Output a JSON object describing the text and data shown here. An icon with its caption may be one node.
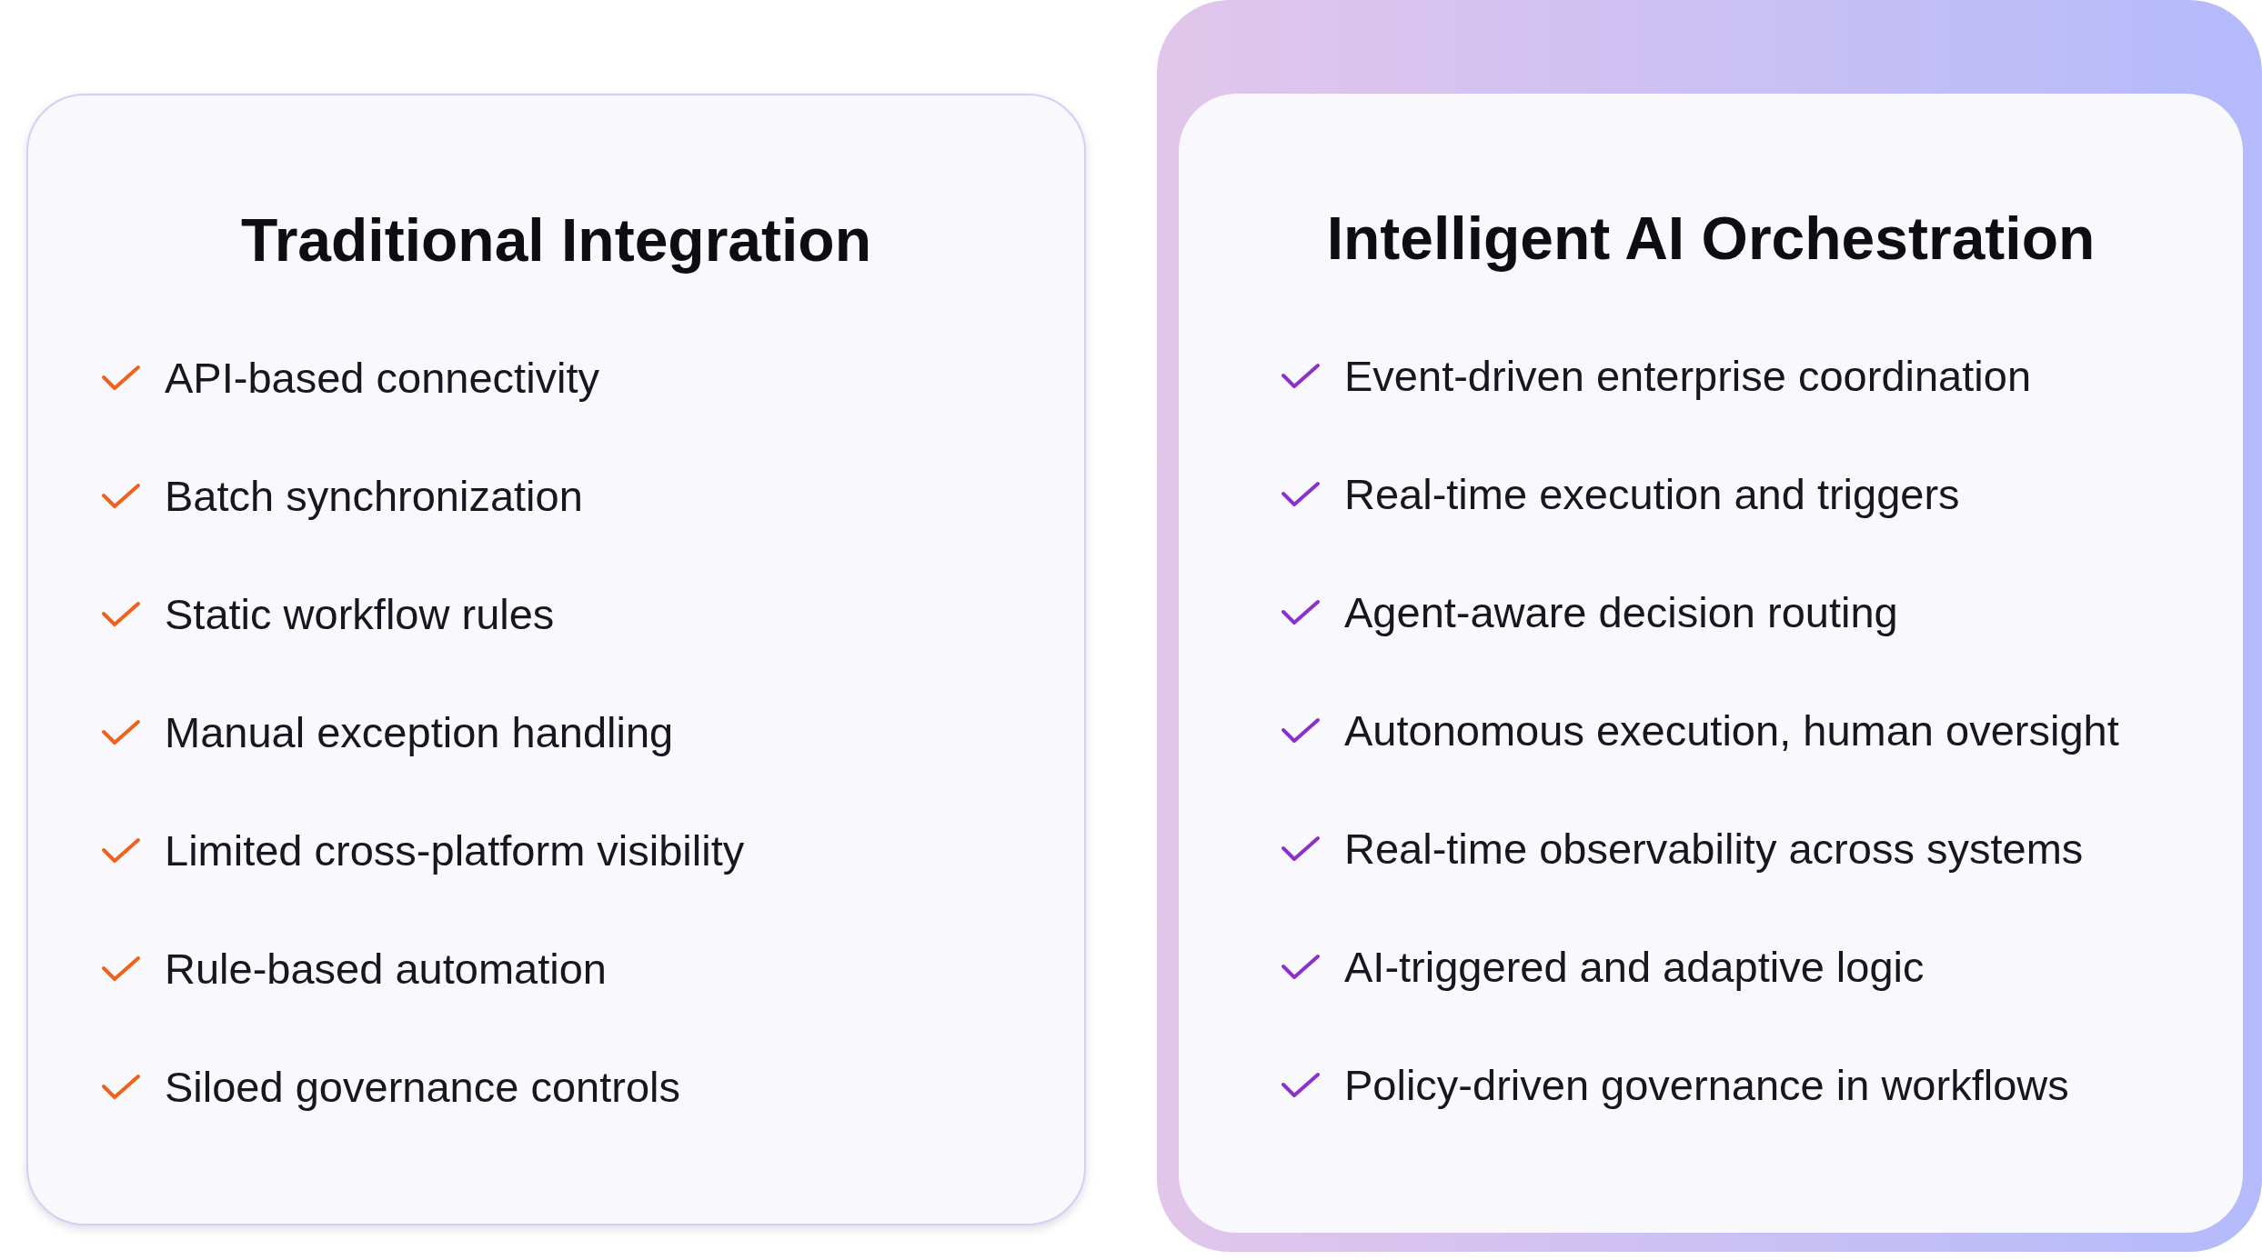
{
  "diagram": {
    "nodes": [
      {
        "text": [
          "Traditional Integration",
          "API-based connectivity",
          "Batch synchronization",
          "Static workflow rules",
          "Manual exception handling",
          "Limited cross-platform visibility",
          "Rule-based automation",
          "Siloed governance controls"
        ]
      },
      {
        "text": [
          "Intelligent AI Orchestration",
          "Event-driven enterprise coordination",
          "Real-time execution and triggers",
          "Agent-aware decision routing",
          "Autonomous execution, human oversight",
          "Real-time observability across systems",
          "AI-triggered and adaptive logic",
          "Policy-driven governance in workflows"
        ]
      }
    ]
  }
}
